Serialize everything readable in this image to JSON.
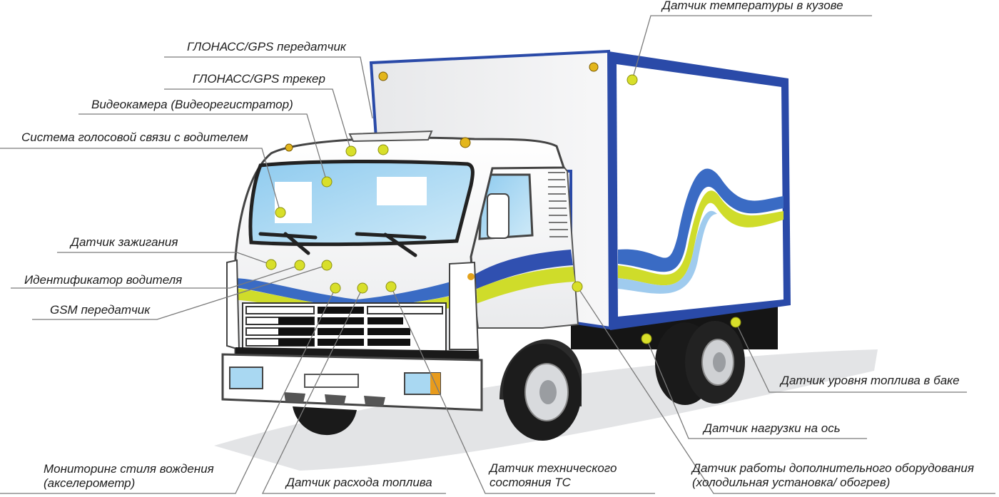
{
  "labels": {
    "body_temp_sensor": "Датчик температуры в кузове",
    "glonass_transmitter": "ГЛОНАСС/GPS передатчик",
    "glonass_tracker": "ГЛОНАСС/GPS трекер",
    "video_camera": "Видеокамера (Видеорегистратор)",
    "voice_system": "Система голосовой связи с водителем",
    "ignition_sensor": "Датчик зажигания",
    "driver_id": "Идентификатор водителя",
    "gsm_transmitter": "GSM передатчик",
    "fuel_level_sensor": "Датчик уровня топлива в баке",
    "axle_load_sensor": "Датчик нагрузки на ось",
    "driving_style": [
      "Мониторинг стиля вождения",
      "(акселерометр)"
    ],
    "fuel_consumption": "Датчик расхода топлива",
    "vehicle_state": [
      "Датчик технического",
      "состояния ТС"
    ],
    "extra_equipment": [
      "Датчик работы дополнительного оборудования",
      "(холодильная установка/ обогрев)"
    ]
  },
  "colors": {
    "sensor_dot": "#d8df2a",
    "box_frame": "#2a4aa8",
    "stripe_blue": "#3050b0",
    "stripe_yellow": "#cfdc2a",
    "glass": "#a9d8f2",
    "leader_line": "#7a7a7a"
  }
}
